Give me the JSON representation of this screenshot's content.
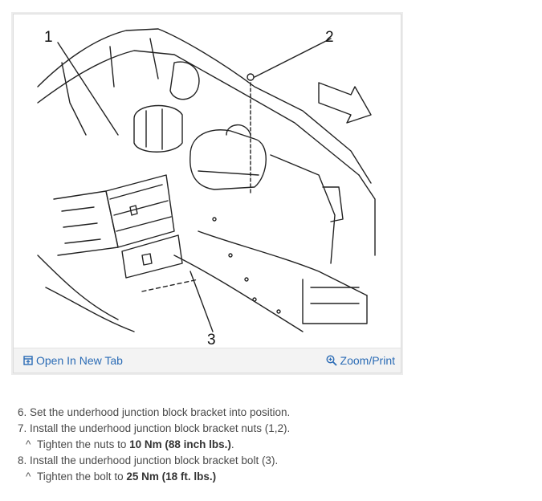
{
  "figure": {
    "callouts": [
      "1",
      "2",
      "3"
    ],
    "toolbar": {
      "open_label": "Open In New Tab",
      "open_icon": "open-in-new-tab-icon",
      "zoom_label": "Zoom/Print",
      "zoom_icon": "zoom-in-icon",
      "link_color": "#2a6bb5"
    }
  },
  "instructions": {
    "step6": "6. Set the underhood junction block bracket into position.",
    "step7": "7. Install the underhood junction block bracket nuts (1,2).",
    "step7_sub_prefix": "Tighten the nuts to ",
    "step7_sub_bold": "10 Nm (88 inch lbs.)",
    "step7_sub_suffix": ".",
    "step8": "8. Install the underhood junction block bracket bolt (3).",
    "step8_sub_prefix": "Tighten the bolt to ",
    "step8_sub_bold": "25 Nm (18 ft. lbs.)",
    "caret": "^"
  }
}
